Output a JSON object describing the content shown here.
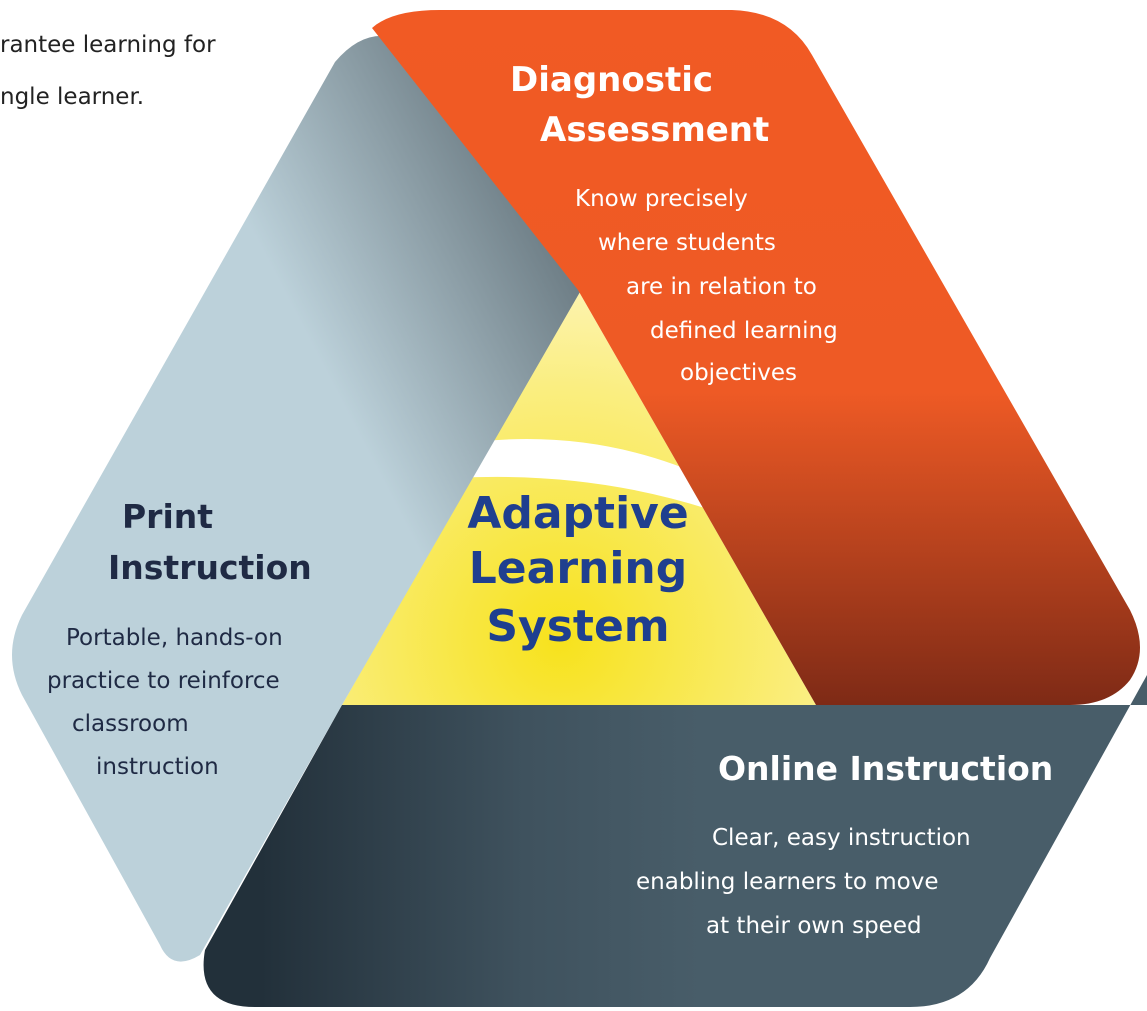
{
  "intro": {
    "line1": "rantee learning for",
    "line2": "ngle learner."
  },
  "center": {
    "lines": [
      "Adaptive",
      "Learning",
      "System"
    ]
  },
  "panels": {
    "diagnostic": {
      "title_lines": [
        "Diagnostic",
        "Assessment"
      ],
      "body_lines": [
        "Know precisely",
        "where students",
        "are in relation to",
        "defined learning",
        "objectives"
      ]
    },
    "print": {
      "title_lines": [
        "Print",
        "Instruction"
      ],
      "body_lines": [
        "Portable, hands-on",
        "practice to reinforce",
        "classroom",
        "instruction"
      ]
    },
    "online": {
      "title_lines": [
        "Online Instruction"
      ],
      "body_lines": [
        "Clear, easy instruction",
        "enabling learners to move",
        "at their own speed"
      ]
    }
  },
  "colors": {
    "orange_light": "#F15A24",
    "orange_dark": "#7E2A16",
    "slate_light": "#465A66",
    "slate_dark": "#22303A",
    "grey_dark": "#6F7F87",
    "grey_light": "#BCD1DA",
    "yellow_light": "#FFF6C2",
    "yellow_dark": "#F7E21C",
    "title_blue": "#1F3F8F",
    "panel_title_dark": "#1F2A44",
    "white": "#FFFFFF"
  }
}
